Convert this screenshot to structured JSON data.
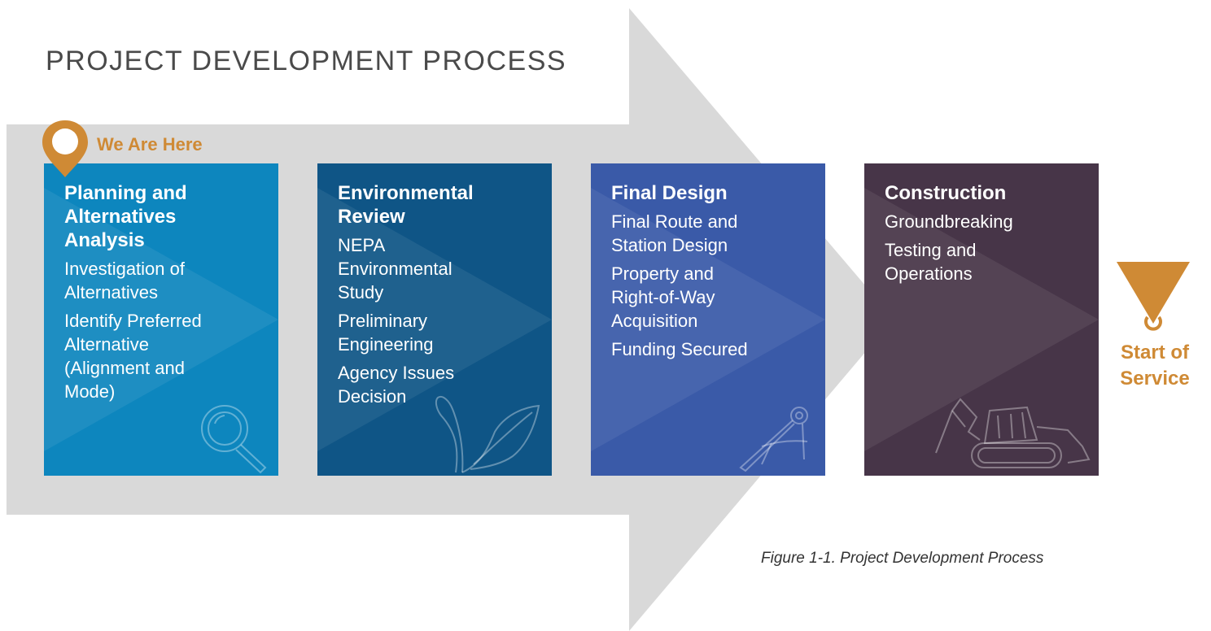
{
  "title": "PROJECT DEVELOPMENT PROCESS",
  "marker": {
    "label": "We Are Here",
    "icon": "map-pin-icon"
  },
  "stages": [
    {
      "heading": "Planning and\nAlternatives\nAnalysis",
      "items": [
        "Investigation of\nAlternatives",
        "Identify Preferred\nAlternative\n(Alignment and\nMode)"
      ],
      "icon": "magnifying-glass-icon",
      "color": "#0d86be"
    },
    {
      "heading": "Environmental\nReview",
      "items": [
        "NEPA\nEnvironmental\nStudy",
        "Preliminary\nEngineering",
        "Agency Issues\nDecision"
      ],
      "icon": "leaf-icon",
      "color": "#0f5586"
    },
    {
      "heading": "Final Design",
      "items": [
        "Final Route and\nStation Design",
        "Property and\nRight-of-Way\nAcquisition",
        "Funding Secured"
      ],
      "icon": "drafting-compass-icon",
      "color": "#3a5aa8"
    },
    {
      "heading": "Construction",
      "items": [
        "Groundbreaking",
        "Testing and\nOperations"
      ],
      "icon": "excavator-icon",
      "color": "#473548"
    }
  ],
  "end": {
    "label": "Start of\nService",
    "icon": "end-marker-icon"
  },
  "caption": "Figure 1-1. Project Development Process",
  "colors": {
    "accent": "#cf8a35",
    "arrow": "#d9d9d9",
    "title_text": "#4a4a4a"
  }
}
